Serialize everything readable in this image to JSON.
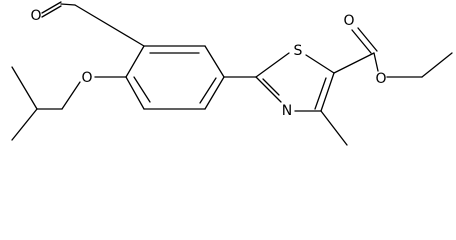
{
  "molecule": {
    "atoms": {
      "o_aldehyde": "O",
      "o_ether": "O",
      "s_ring": "S",
      "n_ring": "N",
      "o_carbonyl": "O",
      "o_ester": "O"
    }
  }
}
